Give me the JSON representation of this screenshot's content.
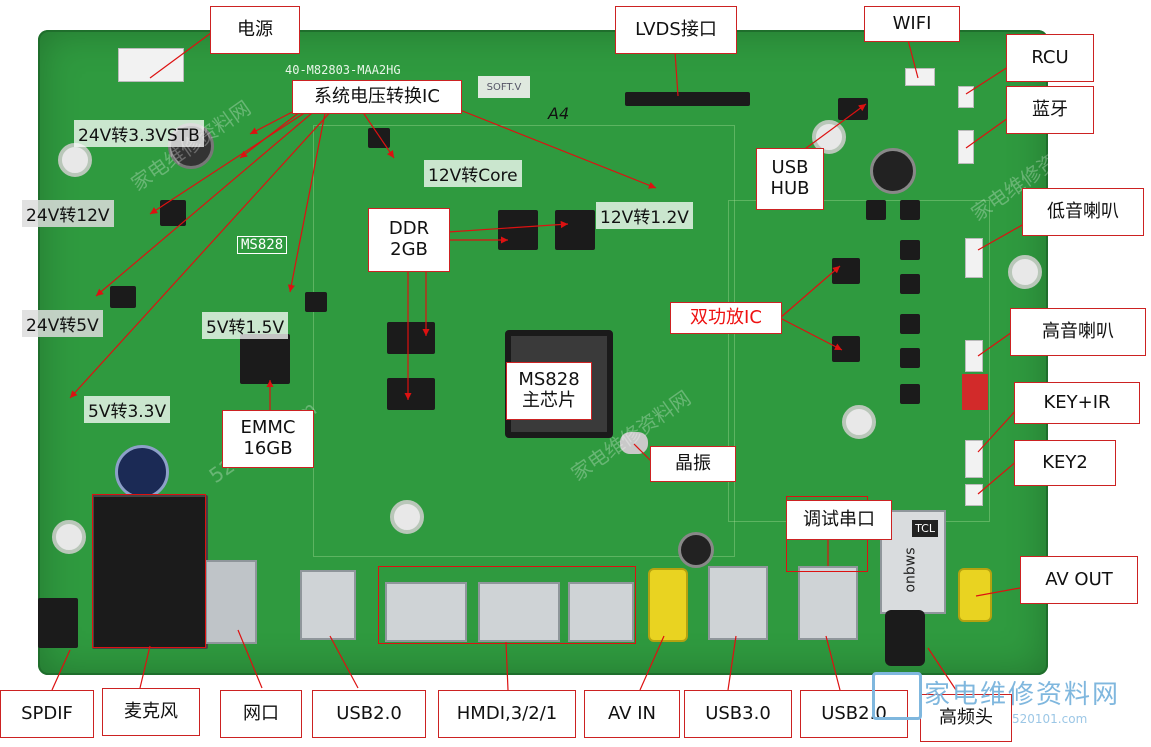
{
  "board": {
    "model_silk": "40-M82803-MAA2HG",
    "ms828_silk": "MS828",
    "sticker": "SOFT.V",
    "handwritten": "A4",
    "shield_brand": "TCL",
    "shield_text": "onbws"
  },
  "labels": {
    "power": "电源",
    "lvds": "LVDS接口",
    "wifi": "WIFI",
    "rcu": "RCU",
    "bluetooth": "蓝牙",
    "sys_ic": "系统电压转换IC",
    "v24_33": "24V转3.3VSTB",
    "v12_core": "12V转Core",
    "usb_hub_1": "USB",
    "usb_hub_2": "HUB",
    "bass": "低音喇叭",
    "v24_12": "24V转12V",
    "ddr_1": "DDR",
    "ddr_2": "2GB",
    "v12_12": "12V转1.2V",
    "v24_5": "24V转5V",
    "v5_15": "5V转1.5V",
    "amp_ic": "双功放IC",
    "treble": "高音喇叭",
    "ms828_1": "MS828",
    "ms828_2": "主芯片",
    "v5_33": "5V转3.3V",
    "key_ir": "KEY+IR",
    "emmc_1": "EMMC",
    "emmc_2": "16GB",
    "crystal": "晶振",
    "key2": "KEY2",
    "debug": "调试串口",
    "av_out": "AV OUT",
    "spdif": "SPDIF",
    "mic": "麦克风",
    "net": "网口",
    "usb20_a": "USB2.0",
    "hdmi": "HMDI,3/2/1",
    "av_in": "AV IN",
    "usb30": "USB3.0",
    "usb20_b": "USB2.0",
    "tuner": "高频头"
  },
  "watermark": {
    "site_cn": "家电维修资料网",
    "site_url": "520101.com"
  },
  "colors": {
    "board": "#2f9a3f",
    "label_border": "#cc2222",
    "arrow": "#dd1111",
    "highlight_text": "#ee1111"
  }
}
